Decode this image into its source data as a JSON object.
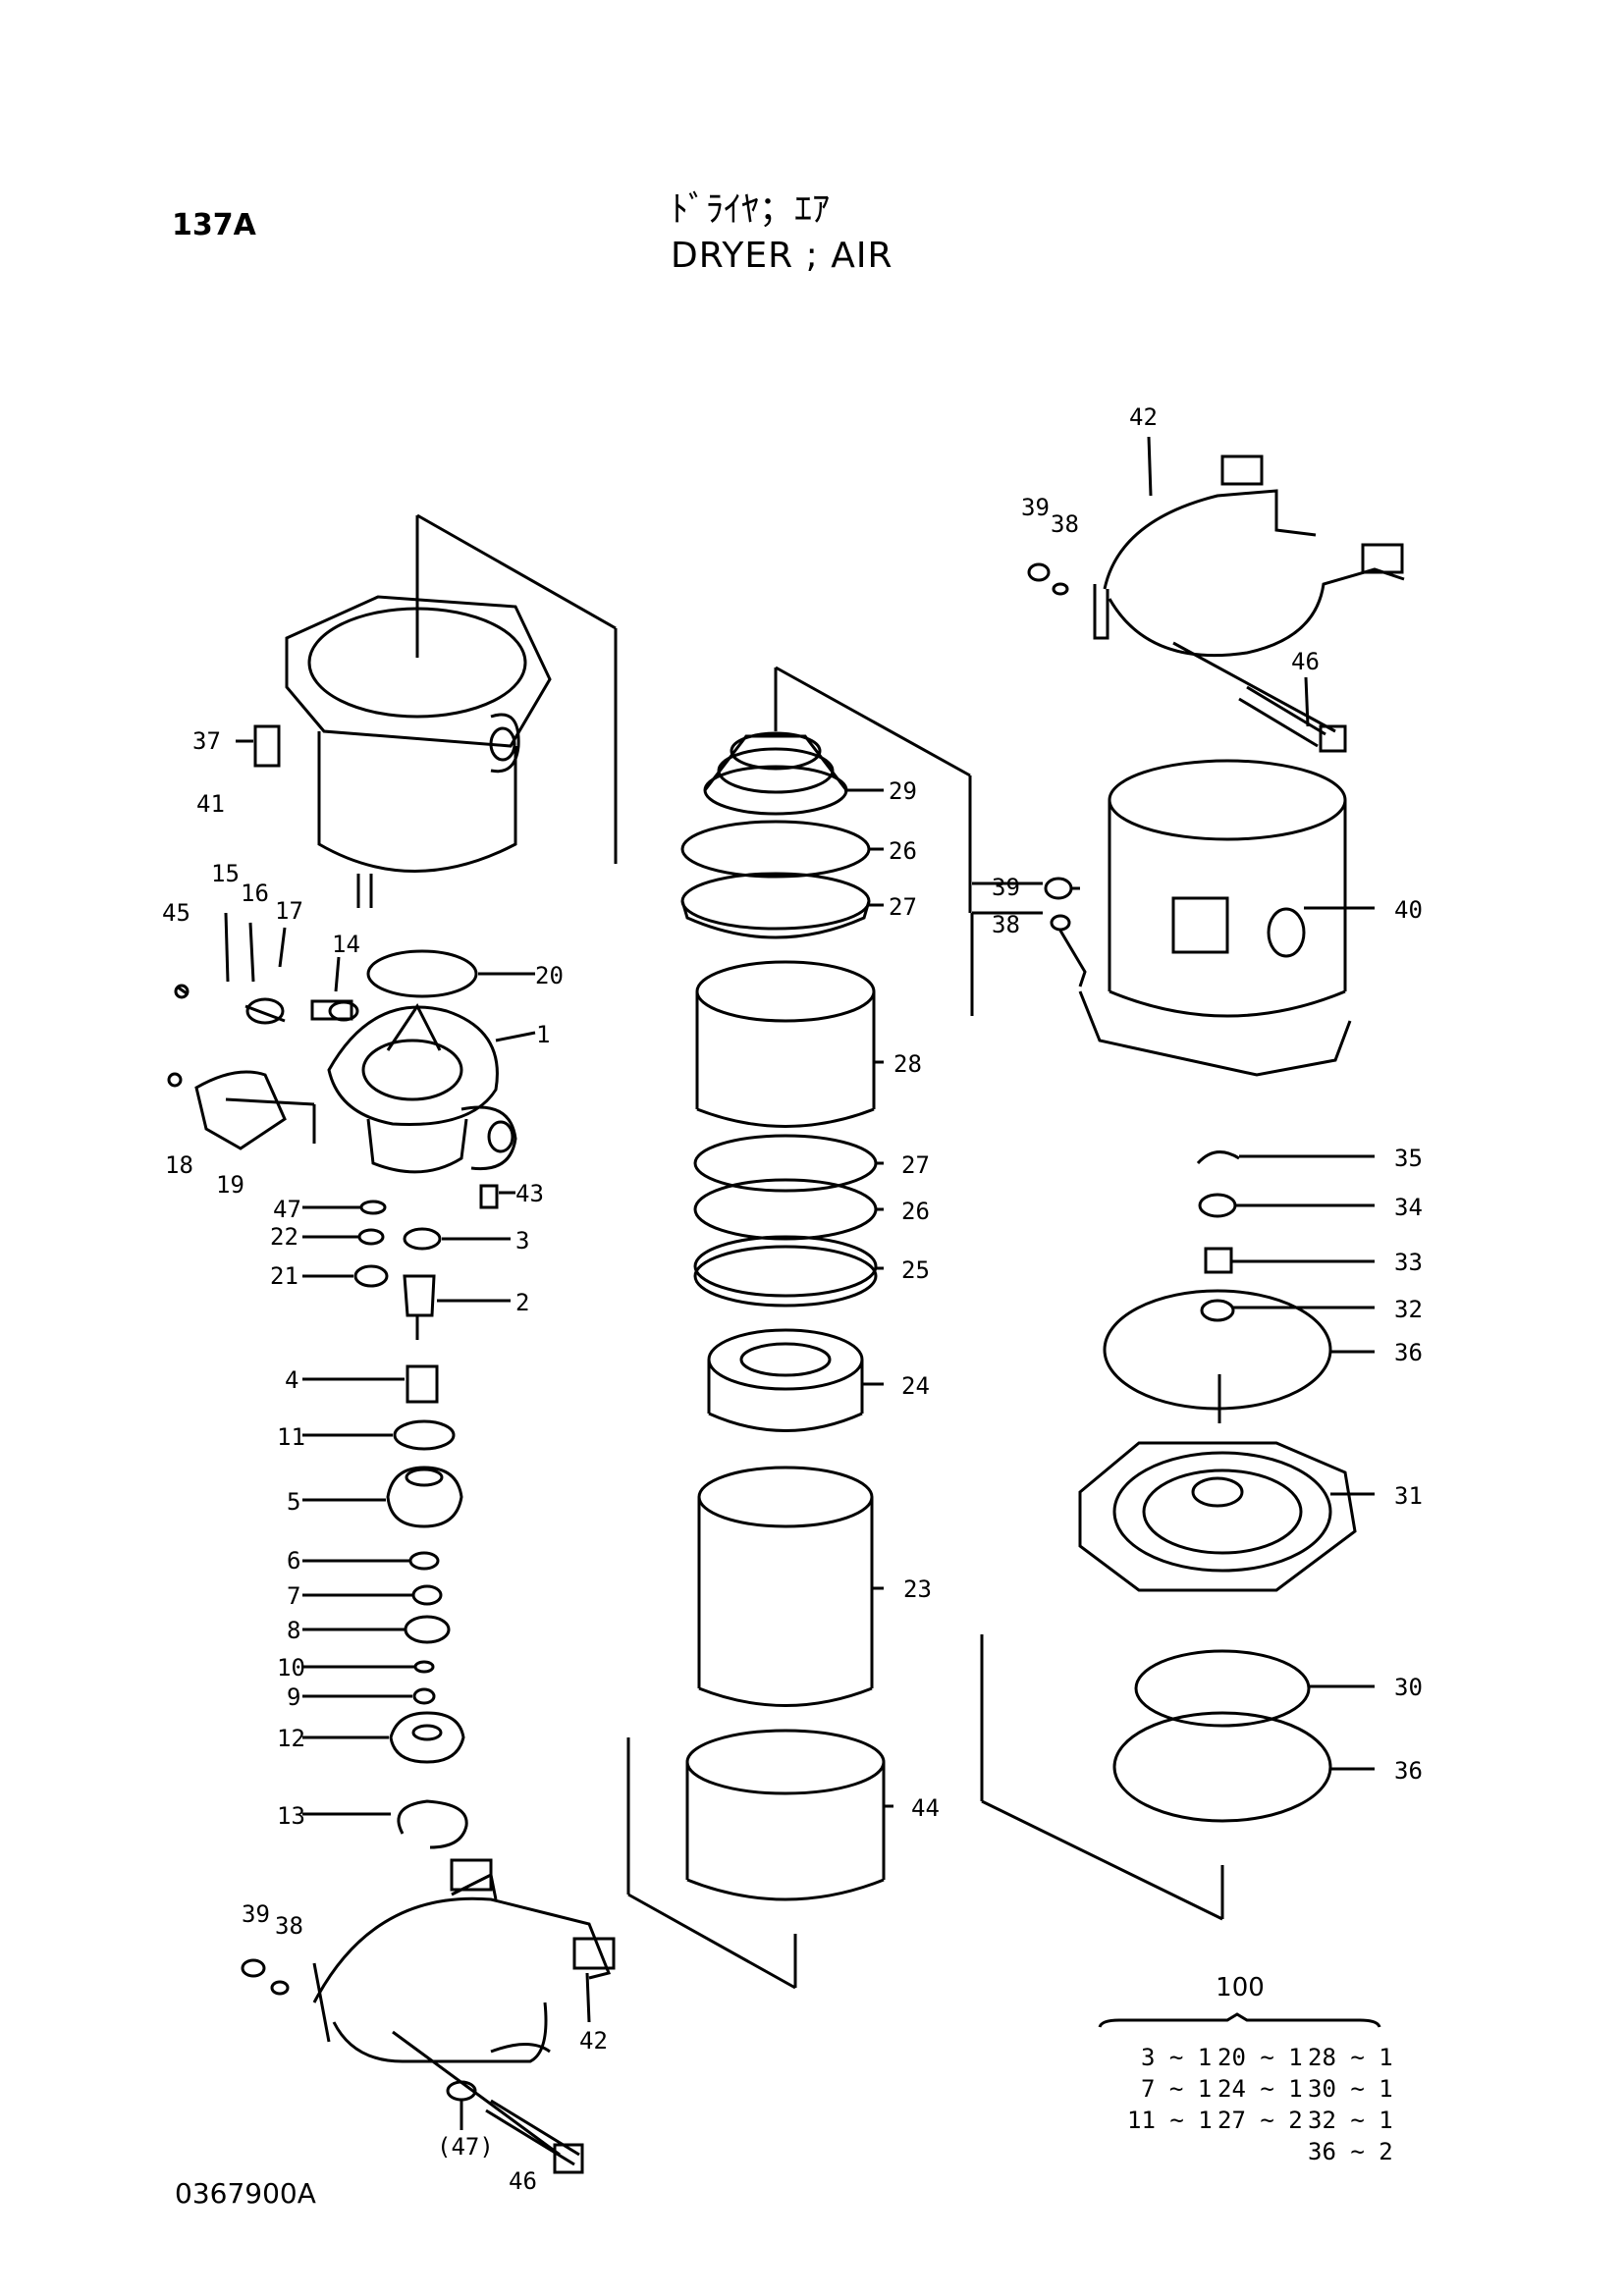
{
  "header": {
    "figure_number": "137A",
    "title_jp": "ﾄﾞﾗｲﾔ；ｴｱ",
    "title_en": "DRYER ; AIR"
  },
  "drawing_code": "0367900A",
  "callouts": [
    "1",
    "2",
    "3",
    "4",
    "5",
    "6",
    "7",
    "8",
    "9",
    "10",
    "11",
    "12",
    "13",
    "14",
    "15",
    "16",
    "17",
    "18",
    "19",
    "20",
    "21",
    "22",
    "23",
    "24",
    "25",
    "26",
    "26",
    "27",
    "27",
    "28",
    "29",
    "30",
    "31",
    "32",
    "33",
    "34",
    "35",
    "36",
    "36",
    "37",
    "38",
    "38",
    "39",
    "39",
    "40",
    "41",
    "42",
    "42",
    "43",
    "44",
    "45",
    "46",
    "46",
    "47",
    "(47)"
  ],
  "kit": {
    "number": "100",
    "items": [
      [
        "3 ~ 1",
        "20 ~ 1",
        "28 ~ 1"
      ],
      [
        "7 ~ 1",
        "24 ~ 1",
        "30 ~ 1"
      ],
      [
        "11 ~ 1",
        "27 ~ 2",
        "32 ~ 1"
      ],
      [
        "",
        "",
        "36 ~ 2"
      ]
    ]
  }
}
